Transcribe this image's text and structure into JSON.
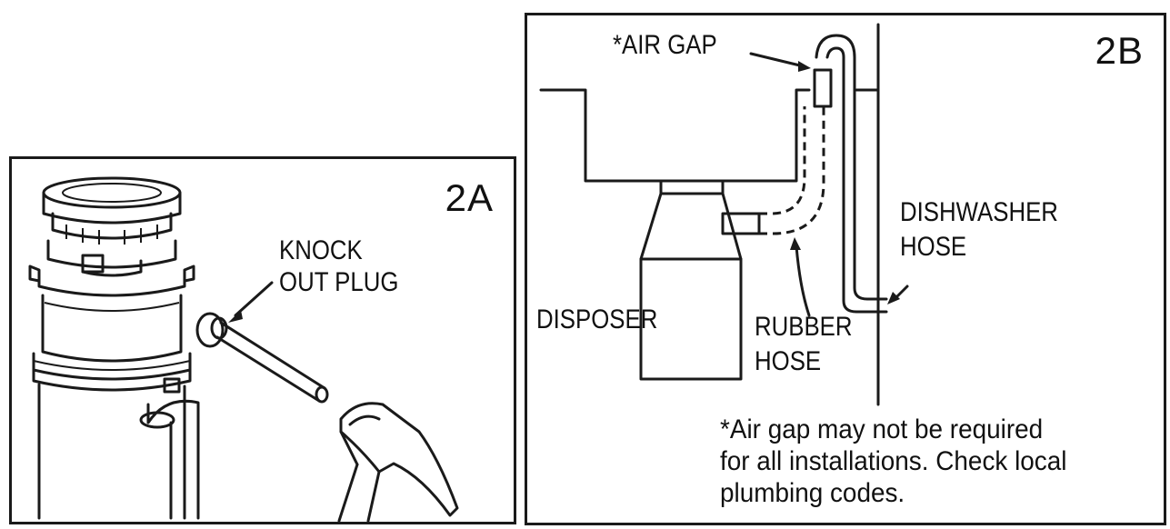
{
  "panel_a": {
    "id_label": "2A",
    "knock_out_line1": "KNOCK",
    "knock_out_line2": "OUT PLUG"
  },
  "panel_b": {
    "id_label": "2B",
    "air_gap_label": "*AIR GAP",
    "dishwasher_line1": "DISHWASHER",
    "dishwasher_line2": "HOSE",
    "disposer_label": "DISPOSER",
    "rubber_line1": "RUBBER",
    "rubber_line2": "HOSE",
    "note_line1": "*Air gap may not be required",
    "note_line2": "for all installations. Check local",
    "note_line3": "plumbing codes."
  }
}
